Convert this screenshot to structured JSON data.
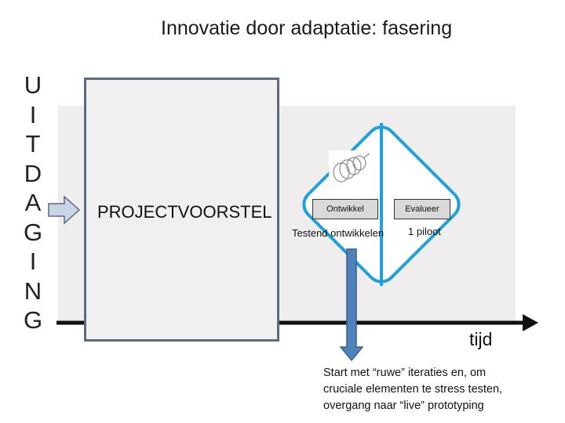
{
  "title": "Innovatie door adaptatie: fasering",
  "vertical_word_letters": [
    "U",
    "I",
    "T",
    "D",
    "A",
    "G",
    "I",
    "N",
    "G"
  ],
  "proposal": {
    "label": "PROJECTVOORSTEL"
  },
  "phase_boxes": {
    "develop": {
      "label": "Ontwikkel",
      "sublabel": "Testend ontwikkelen"
    },
    "evaluate": {
      "label": "Evalueer",
      "sublabel": "1 piloot"
    }
  },
  "time_axis": {
    "label": "tijd"
  },
  "caption_lines": [
    "Start met “ruwe” iteraties en, om",
    "cruciale elementen te stress testen,",
    "overgang naar “live” prototyping"
  ],
  "icons": {
    "spiral": "spiral-icon",
    "entry_arrow": "right-arrow-icon",
    "down_arrow": "down-arrow-icon"
  },
  "colors": {
    "diamond": "#1ea0dc",
    "arrow_fill": "#4f81bd",
    "arrow_stroke": "#3a5f8f",
    "entry_arrow_fill": "#c9d4e6",
    "timeline": "#111111",
    "proposal_border": "#5a6a82"
  }
}
